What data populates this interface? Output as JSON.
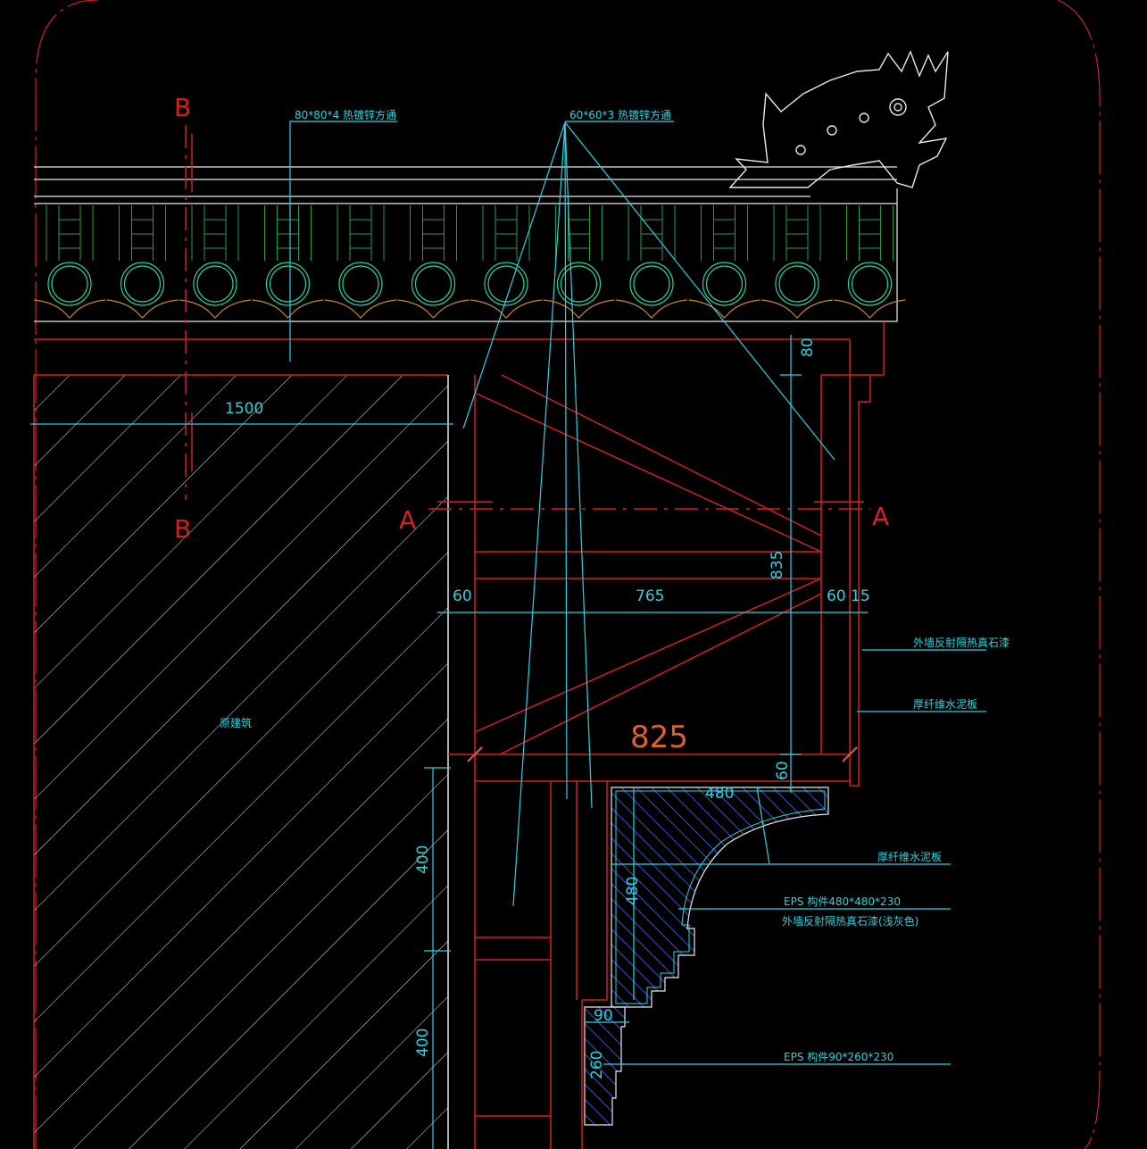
{
  "sections": {
    "b_top": "B",
    "b_bottom": "B",
    "a_left": "A",
    "a_right": "A"
  },
  "labels": {
    "pipe_80": "80*80*4  热镀锌方通",
    "pipe_60": "60*60*3  热镀锌方通",
    "existing": "原建筑",
    "wall_coating_1": "外墙反射隔热真石漆",
    "fiber_board_1": "厚纤维水泥板",
    "fiber_board_2": "厚纤维水泥板",
    "eps_large_1": "EPS  构件480*480*230",
    "eps_large_2": "外墙反射隔热真石漆(浅灰色)",
    "eps_small": "EPS  构件90*260*230"
  },
  "dims": {
    "d1500": "1500",
    "d80": "80",
    "d835": "835",
    "d60a": "60",
    "d765": "765",
    "d6015": "60 15",
    "d825": "825",
    "d60b": "60",
    "d480a": "480",
    "d480b": "480",
    "d400a": "400",
    "d400b": "400",
    "d90": "90",
    "d260": "260"
  },
  "colors": {
    "background": "#000000",
    "red": "#d42020",
    "cyan": "#2fd0e0",
    "white": "#e8e8e8",
    "orange": "#e0602a",
    "blue": "#3c4fd8"
  }
}
